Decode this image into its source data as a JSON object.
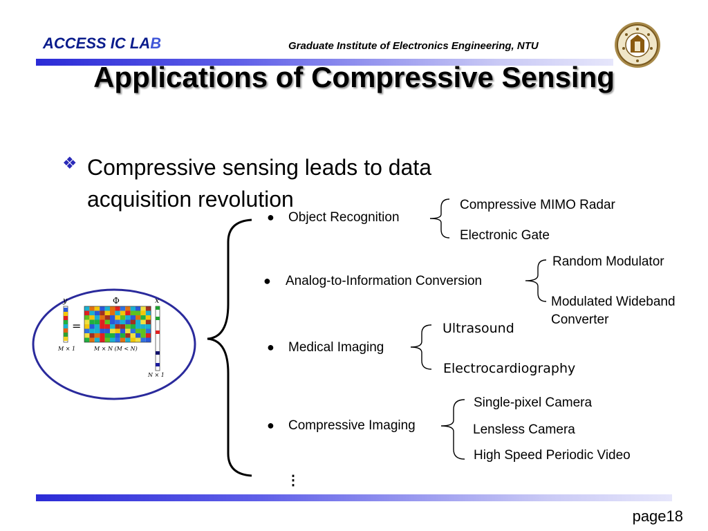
{
  "header": {
    "lab_name_strong": "ACCESS IC LA",
    "lab_name_fade": "B",
    "institute": "Graduate Institute of Electronics Engineering, NTU",
    "logo": "university-seal"
  },
  "slide": {
    "title": "Applications of Compressive Sensing",
    "bullet": "Compressive sensing leads to data acquisition revolution",
    "bullet_icon": "diamond-bullet-icon"
  },
  "figure": {
    "y_label": "y",
    "phi_label": "Φ",
    "x_label": "x",
    "equals": "=",
    "dim_y": "M × 1",
    "dim_phi": "M × N (M < N)",
    "dim_x": "N × 1"
  },
  "applications": [
    {
      "name": "Object Recognition",
      "items": [
        "Compressive MIMO Radar",
        "Electronic Gate"
      ]
    },
    {
      "name": "Analog-to-Information Conversion",
      "items": [
        "Random Modulator",
        "Modulated Wideband Converter"
      ]
    },
    {
      "name": "Medical Imaging",
      "items": [
        "Ultrasound",
        "Electrocardiography"
      ]
    },
    {
      "name": "Compressive Imaging",
      "items": [
        "Single-pixel Camera",
        "Lensless Camera",
        "High Speed Periodic Video"
      ]
    }
  ],
  "ellipsis": "⋮",
  "footer": {
    "page": "page18"
  },
  "colors": {
    "lab": "#0a1c8c",
    "bar": "#2b2bd6",
    "ellipse": "#2a2a9c"
  }
}
